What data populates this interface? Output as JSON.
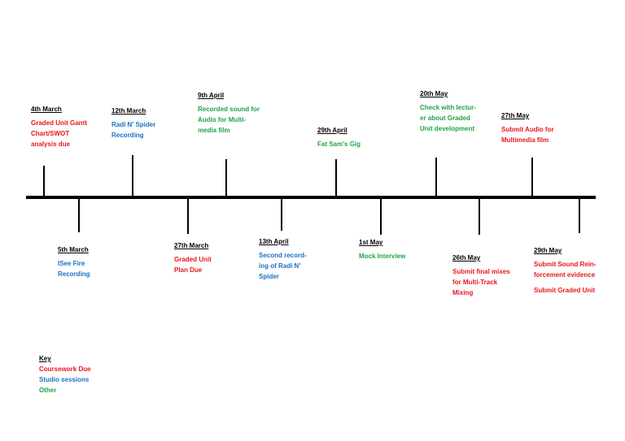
{
  "colors": {
    "coursework": "#e8161b",
    "studio": "#1a6fc7",
    "other": "#1fa346",
    "line": "#000000"
  },
  "events": [
    {
      "date": "4th March",
      "desc": "Graded Unit Gantt Chart/SWOT analysis due",
      "category": "coursework"
    },
    {
      "date": "5th March",
      "desc": "ISee Fire Recording",
      "category": "studio"
    },
    {
      "date": "12th March",
      "desc": "Radi N' Spider Recording",
      "category": "studio"
    },
    {
      "date": "27th March",
      "desc": "Graded Unit Plan Due",
      "category": "coursework"
    },
    {
      "date": "9th April",
      "desc": "Recorded sound for Audio for Multi-media film",
      "category": "other"
    },
    {
      "date": "13th April",
      "desc": "Second record-ing of Radi N' Spider",
      "category": "studio"
    },
    {
      "date": "29th April",
      "desc": "Fat Sam's Gig",
      "category": "other"
    },
    {
      "date": "1st May",
      "desc": "Mock Interview",
      "category": "other"
    },
    {
      "date": "20th May",
      "desc": "Check with lectur-er about Graded Unit development",
      "category": "other"
    },
    {
      "date": "26th May",
      "desc": "Submit final mixes for Multi-Track Mixing",
      "category": "coursework"
    },
    {
      "date": "27th May",
      "desc": "Submit Audio for Multimedia film",
      "category": "coursework"
    },
    {
      "date": "29th May",
      "desc": "Submit Sound Rein-forcement evidence",
      "desc2": "Submit Graded Unit",
      "category": "coursework"
    }
  ],
  "key": {
    "title": "Key",
    "items": [
      {
        "label": "Coursework Due",
        "category": "coursework"
      },
      {
        "label": "Studio sessions",
        "category": "studio"
      },
      {
        "label": "Other",
        "category": "other"
      }
    ]
  }
}
